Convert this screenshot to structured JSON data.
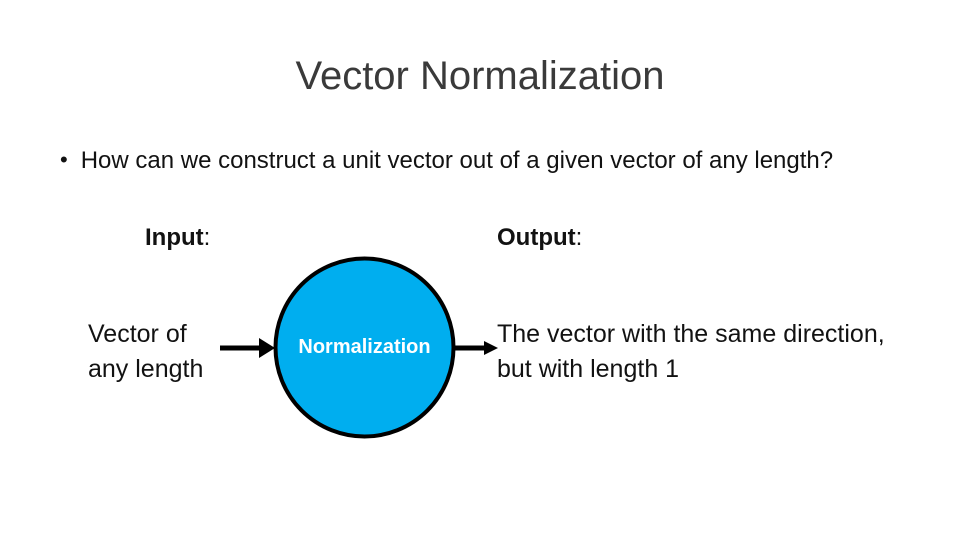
{
  "slide": {
    "title": "Vector Normalization",
    "bullet": {
      "marker": "•",
      "text": "How can we construct a unit vector out of a given vector of any length?"
    },
    "labels": {
      "input": {
        "text": "Input",
        "colon": ":"
      },
      "output": {
        "text": "Output",
        "colon": ":"
      }
    },
    "diagram": {
      "source": {
        "line1": "Vector of",
        "line2": "any length"
      },
      "process": {
        "label": "Normalization",
        "fill_color": "#00AEEF",
        "stroke_color": "#000000",
        "label_color": "#FFFFFF"
      },
      "result": {
        "line1": "The vector with the same direction,",
        "line2": "but with length 1"
      },
      "arrow_color": "#000000"
    }
  }
}
